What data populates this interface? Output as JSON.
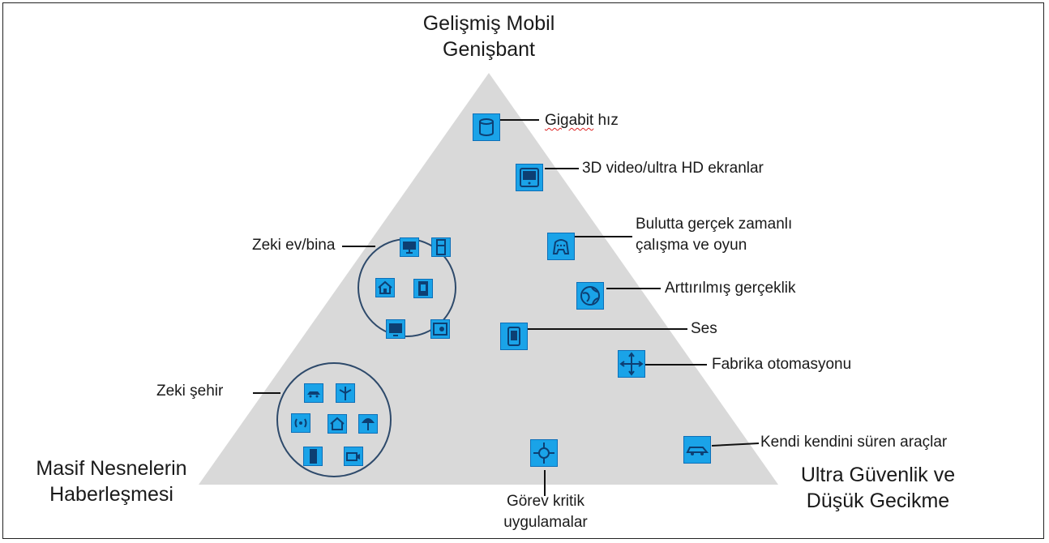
{
  "corners": {
    "top_line1": "Gelişmiş Mobil",
    "top_line2": "Genişbant",
    "left_line1": "Masif Nesnelerin",
    "left_line2": "Haberleşmesi",
    "right_line1": "Ultra Güvenlik ve",
    "right_line2": "Düşük Gecikme"
  },
  "labels": {
    "gigabit_a": "Gigabit",
    "gigabit_b": " hız",
    "video": "3D video/ultra HD ekranlar",
    "cloud_line1": "Bulutta gerçek zamanlı",
    "cloud_line2": "çalışma ve oyun",
    "ar": "Arttırılmış gerçeklik",
    "voice": "Ses",
    "factory": "Fabrika otomasyonu",
    "selfdriving": "Kendi kendini süren araçlar",
    "mission_line1": "Görev kritik",
    "mission_line2": "uygulamalar",
    "smart_home": "Zeki ev/bina",
    "smart_city": "Zeki şehir"
  },
  "colors": {
    "triangle": "#d9d9d9",
    "icon_fill": "#1aa3e8",
    "icon_dark": "#0d3f73",
    "circle_stroke": "#2e4a6b"
  },
  "icons": [
    "storage-cylinder-icon",
    "tablet-display-icon",
    "gamepad-icon",
    "globe-icon",
    "phone-icon",
    "factory-arrows-icon",
    "car-icon",
    "crosshair-icon",
    "monitor-icon",
    "fridge-icon",
    "house-icon",
    "door-lock-icon",
    "tv-icon",
    "washer-icon",
    "car-icon",
    "windmill-icon",
    "antenna-icon",
    "house-icon",
    "tree-icon",
    "mobile-icon",
    "camera-icon"
  ]
}
